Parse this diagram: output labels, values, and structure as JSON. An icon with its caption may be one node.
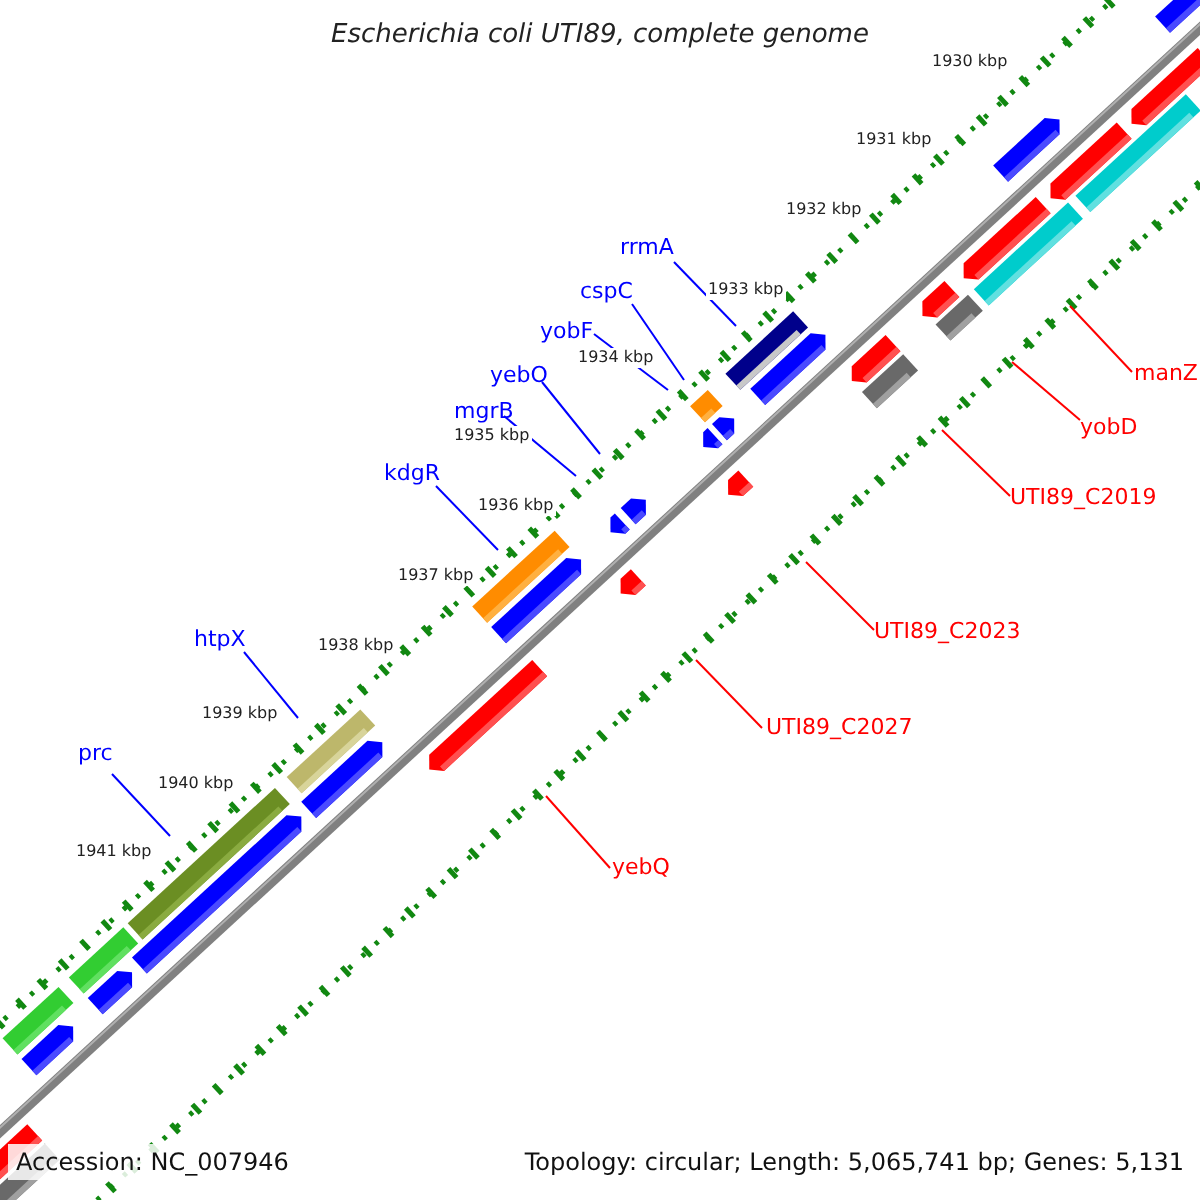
{
  "diagram": {
    "title": "Escherichia coli UTI89, complete genome",
    "nodes": [
      {
        "text": [
          "rrmA"
        ]
      },
      {
        "text": [
          "cspC"
        ]
      },
      {
        "text": [
          "yobF"
        ]
      },
      {
        "text": [
          "manZ"
        ]
      },
      {
        "text": [
          "yebO"
        ]
      },
      {
        "text": [
          "mgrB"
        ]
      },
      {
        "text": [
          "yobD"
        ]
      },
      {
        "text": [
          "kdgR"
        ]
      },
      {
        "text": [
          "UTI89_C2019"
        ]
      },
      {
        "text": [
          "UTI89_C2023"
        ]
      },
      {
        "text": [
          "htpX"
        ]
      },
      {
        "text": [
          "UTI89_C2027"
        ]
      },
      {
        "text": [
          "prc"
        ]
      },
      {
        "text": [
          "yebQ"
        ]
      }
    ],
    "edges": [
      {
        "from": 0,
        "to": null,
        "arrow": "none"
      },
      {
        "from": 1,
        "to": null,
        "arrow": "none"
      },
      {
        "from": 2,
        "to": null,
        "arrow": "none"
      },
      {
        "from": 3,
        "to": null,
        "arrow": "none",
        "color": "#ff0000"
      },
      {
        "from": 4,
        "to": null,
        "arrow": "none"
      },
      {
        "from": 5,
        "to": null,
        "arrow": "none"
      },
      {
        "from": 6,
        "to": null,
        "arrow": "none",
        "color": "#ff0000"
      },
      {
        "from": 7,
        "to": null,
        "arrow": "none"
      },
      {
        "from": 8,
        "to": null,
        "arrow": "none",
        "color": "#ff0000"
      },
      {
        "from": 9,
        "to": null,
        "arrow": "none",
        "color": "#ff0000"
      },
      {
        "from": 10,
        "to": null,
        "arrow": "none"
      },
      {
        "from": 11,
        "to": null,
        "arrow": "none",
        "color": "#ff0000"
      },
      {
        "from": 12,
        "to": null,
        "arrow": "none"
      },
      {
        "from": 13,
        "to": null,
        "arrow": "none",
        "color": "#ff0000"
      }
    ],
    "labels": [
      "1930 kbp",
      "1931 kbp",
      "1932 kbp",
      "1933 kbp",
      "1934 kbp",
      "1935 kbp",
      "1936 kbp",
      "1937 kbp",
      "1938 kbp",
      "1939 kbp",
      "1940 kbp",
      "1941 kbp",
      "Accession: NC_007946",
      "Topology: circular; Length: 5,065,741 bp; Genes: 5,131"
    ]
  }
}
